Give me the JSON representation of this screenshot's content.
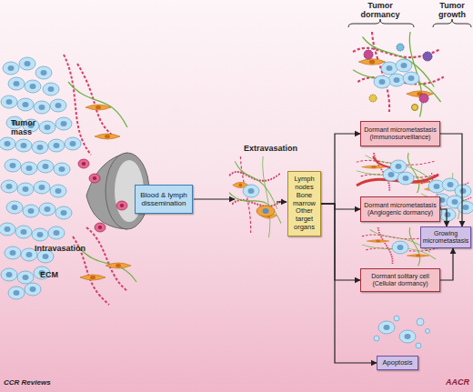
{
  "diagram": {
    "nodes": [
      {
        "text": [
          "Blood & lymph dissemination"
        ]
      },
      {
        "text": [
          "Lymph nodes Bone marrow Other target organs"
        ]
      },
      {
        "text": [
          "Dormant micrometastasis",
          "(Immunosurveillance)"
        ]
      },
      {
        "text": [
          "Dormant micrometastasis",
          "(Angiogenic dormancy)"
        ]
      },
      {
        "text": [
          "Dormant solitary cell",
          "(Cellular dormancy)"
        ]
      },
      {
        "text": [
          "Apoptosis"
        ]
      },
      {
        "text": [
          "Growing micrometastasis"
        ]
      }
    ],
    "edges": [
      {
        "from": 1,
        "to": 2,
        "arrow": "to"
      },
      {
        "from": 1,
        "to": 3,
        "arrow": "to"
      },
      {
        "from": 1,
        "to": 4,
        "arrow": "to"
      },
      {
        "from": 1,
        "to": 5,
        "arrow": "to"
      },
      {
        "from": 2,
        "to": 6,
        "arrow": "to"
      },
      {
        "from": 3,
        "to": 6,
        "arrow": "to"
      },
      {
        "from": 4,
        "to": 6,
        "arrow": "to"
      }
    ],
    "labels": [
      "Tumor mass",
      "Intravasation",
      "ECM",
      "Extravasation",
      "Tumor dormancy",
      "Tumor growth",
      "CCR Reviews",
      "AACR"
    ]
  }
}
